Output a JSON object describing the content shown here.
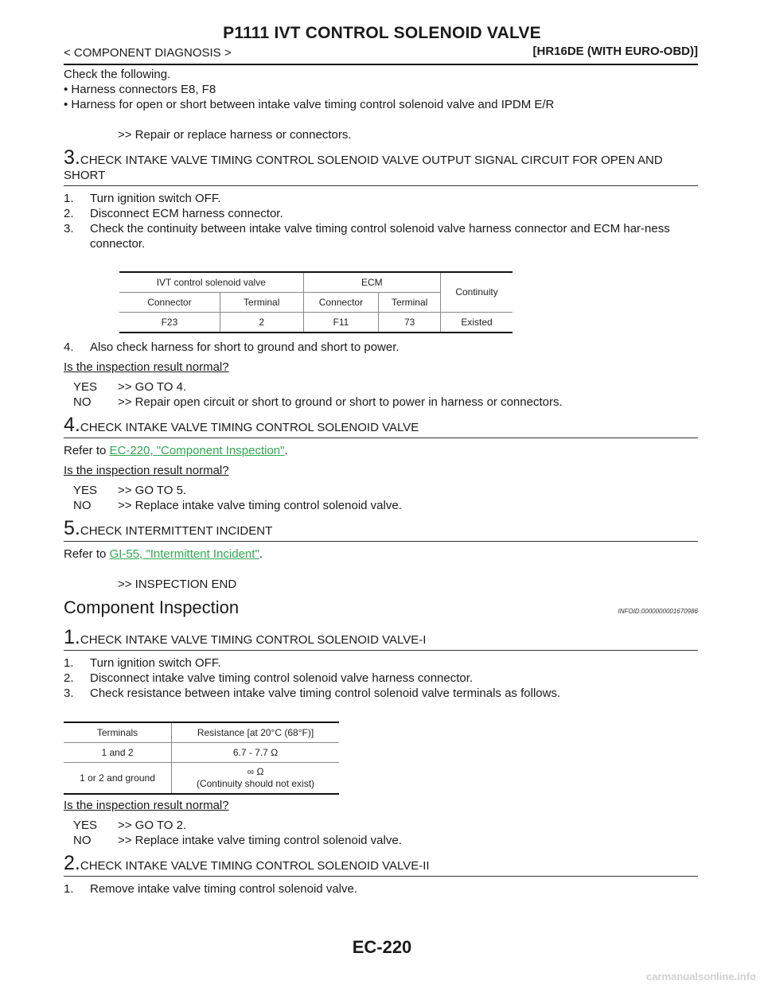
{
  "header": {
    "title": "P1111 IVT CONTROL SOLENOID VALVE",
    "section": "< COMPONENT DIAGNOSIS >",
    "model": "[HR16DE (WITH EURO-OBD)]"
  },
  "intro": {
    "check": "Check the following.",
    "bullets": [
      "• Harness connectors E8, F8",
      "• Harness for open or short between intake valve timing control solenoid valve and IPDM E/R"
    ],
    "repair": ">> Repair or replace harness or connectors."
  },
  "step3": {
    "num": "3.",
    "title": "CHECK INTAKE VALVE TIMING CONTROL SOLENOID VALVE OUTPUT SIGNAL CIRCUIT FOR OPEN AND SHORT",
    "items": [
      {
        "n": "1.",
        "text": "Turn ignition switch OFF."
      },
      {
        "n": "2.",
        "text": "Disconnect ECM harness connector."
      },
      {
        "n": "3.",
        "text": "Check the continuity between intake valve timing control solenoid valve harness connector and ECM har-ness connector."
      }
    ],
    "table": {
      "g1": "IVT control solenoid valve",
      "g2": "ECM",
      "g3": "Continuity",
      "h1": "Connector",
      "h2": "Terminal",
      "h3": "Connector",
      "h4": "Terminal",
      "r1": "F23",
      "r2": "2",
      "r3": "F11",
      "r4": "73",
      "r5": "Existed"
    },
    "item4n": "4.",
    "item4": "Also check harness for short to ground and short to power.",
    "question": "Is the inspection result normal?",
    "yes_k": "YES",
    "yes": ">> GO TO 4.",
    "no_k": "NO",
    "no": ">> Repair open circuit or short to ground or short to power in harness or connectors."
  },
  "step4": {
    "num": "4.",
    "title": "CHECK INTAKE VALVE TIMING CONTROL SOLENOID VALVE",
    "refer": "Refer to ",
    "link": "EC-220, \"Component Inspection\"",
    "dot": ".",
    "question": "Is the inspection result normal?",
    "yes_k": "YES",
    "yes": ">> GO TO 5.",
    "no_k": "NO",
    "no": ">> Replace intake valve timing control solenoid valve."
  },
  "step5": {
    "num": "5.",
    "title": "CHECK INTERMITTENT INCIDENT",
    "refer": "Refer to ",
    "link": "GI-55, \"Intermittent Incident\"",
    "dot": ".",
    "end": ">> INSPECTION END"
  },
  "component": {
    "title": "Component Inspection",
    "infoid": "INFOID:0000000001670986"
  },
  "cstep1": {
    "num": "1.",
    "title": "CHECK INTAKE VALVE TIMING CONTROL SOLENOID VALVE-I",
    "items": [
      {
        "n": "1.",
        "text": "Turn ignition switch OFF."
      },
      {
        "n": "2.",
        "text": "Disconnect intake valve timing control solenoid valve harness connector."
      },
      {
        "n": "3.",
        "text": "Check resistance between intake valve timing control solenoid valve terminals as follows."
      }
    ],
    "table": {
      "h1": "Terminals",
      "h2": "Resistance [at 20°C (68°F)]",
      "r1c1": "1 and 2",
      "r1c2": "6.7 - 7.7 Ω",
      "r2c1": "1 or 2 and ground",
      "r2c2a": "∞ Ω",
      "r2c2b": "(Continuity should not exist)"
    },
    "question": "Is the inspection result normal?",
    "yes_k": "YES",
    "yes": ">> GO TO 2.",
    "no_k": "NO",
    "no": ">> Replace intake valve timing control solenoid valve."
  },
  "cstep2": {
    "num": "2.",
    "title": "CHECK INTAKE VALVE TIMING CONTROL SOLENOID VALVE-II",
    "item1n": "1.",
    "item1": "Remove intake valve timing control solenoid valve."
  },
  "footer": {
    "page": "EC-220",
    "watermark": "carmanualsonline.info"
  }
}
